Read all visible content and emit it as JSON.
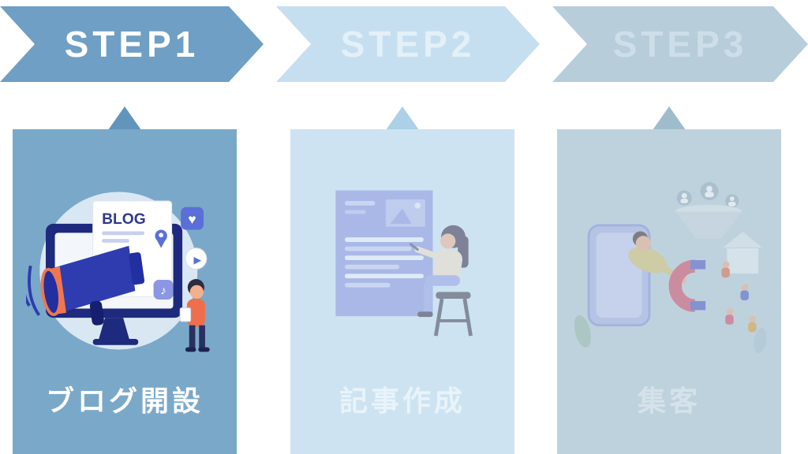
{
  "diagram": {
    "type": "step-flow",
    "step_count": 3
  },
  "steps": [
    {
      "banner_label": "STEP1",
      "card_label": "ブログ開設",
      "active": true,
      "banner_color": "#6f9fc4",
      "card_color": "#7aa8c9",
      "pointer_color": "#6295bc",
      "illustration": "blog-launch-illustration",
      "illustration_text": "BLOG"
    },
    {
      "banner_label": "STEP2",
      "card_label": "記事作成",
      "active": false,
      "banner_color": "#c6dff0",
      "card_color": "#cde3f1",
      "pointer_color": "#abd0e7",
      "illustration": "article-writing-illustration"
    },
    {
      "banner_label": "STEP3",
      "card_label": "集客",
      "active": false,
      "banner_color": "#b7cdda",
      "card_color": "#bed2de",
      "pointer_color": "#9fbccb",
      "illustration": "audience-attraction-illustration"
    }
  ],
  "icons": {
    "heart": "♥",
    "play": "▶",
    "music_note": "♪"
  }
}
